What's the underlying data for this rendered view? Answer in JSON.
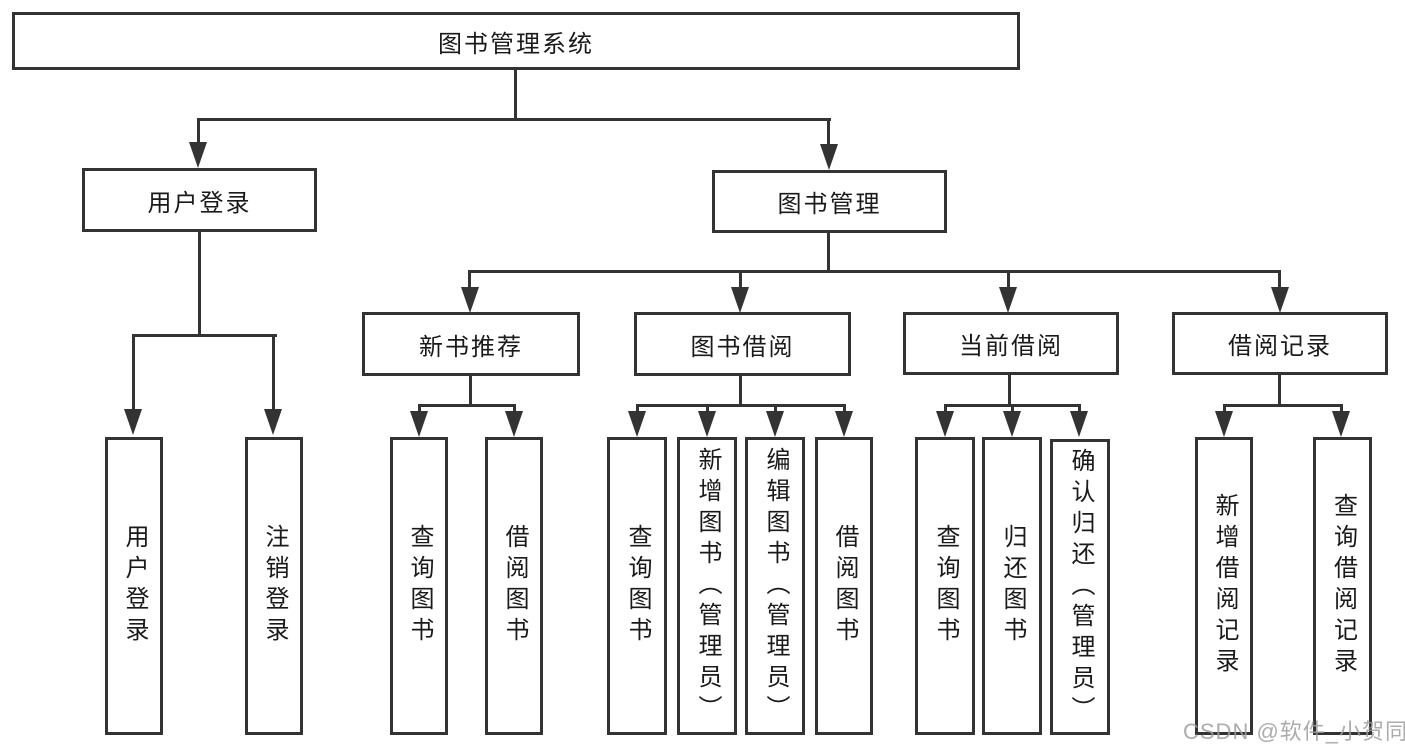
{
  "diagram": {
    "type": "hierarchy",
    "colors": {
      "line": "#333333",
      "text": "#1a1a1a",
      "background": "#ffffff",
      "watermark": "#9e9e9e"
    },
    "tree": {
      "root": {
        "label": "图书管理系统"
      },
      "branches": [
        {
          "label": "用户登录",
          "leaves": [
            {
              "label": "用户登录"
            },
            {
              "label": "注销登录"
            }
          ]
        },
        {
          "label": "图书管理",
          "sections": [
            {
              "label": "新书推荐",
              "leaves": [
                {
                  "label": "查询图书"
                },
                {
                  "label": "借阅图书"
                }
              ]
            },
            {
              "label": "图书借阅",
              "leaves": [
                {
                  "label": "查询图书"
                },
                {
                  "label": "新增图书（管理员）"
                },
                {
                  "label": "编辑图书（管理员）"
                },
                {
                  "label": "借阅图书"
                }
              ]
            },
            {
              "label": "当前借阅",
              "leaves": [
                {
                  "label": "查询图书"
                },
                {
                  "label": "归还图书"
                },
                {
                  "label": "确认归还（管理员）"
                }
              ]
            },
            {
              "label": "借阅记录",
              "leaves": [
                {
                  "label": "新增借阅记录"
                },
                {
                  "label": "查询借阅记录"
                }
              ]
            }
          ]
        }
      ]
    }
  },
  "watermark": {
    "text": "CSDN @软件_小贺同学"
  }
}
